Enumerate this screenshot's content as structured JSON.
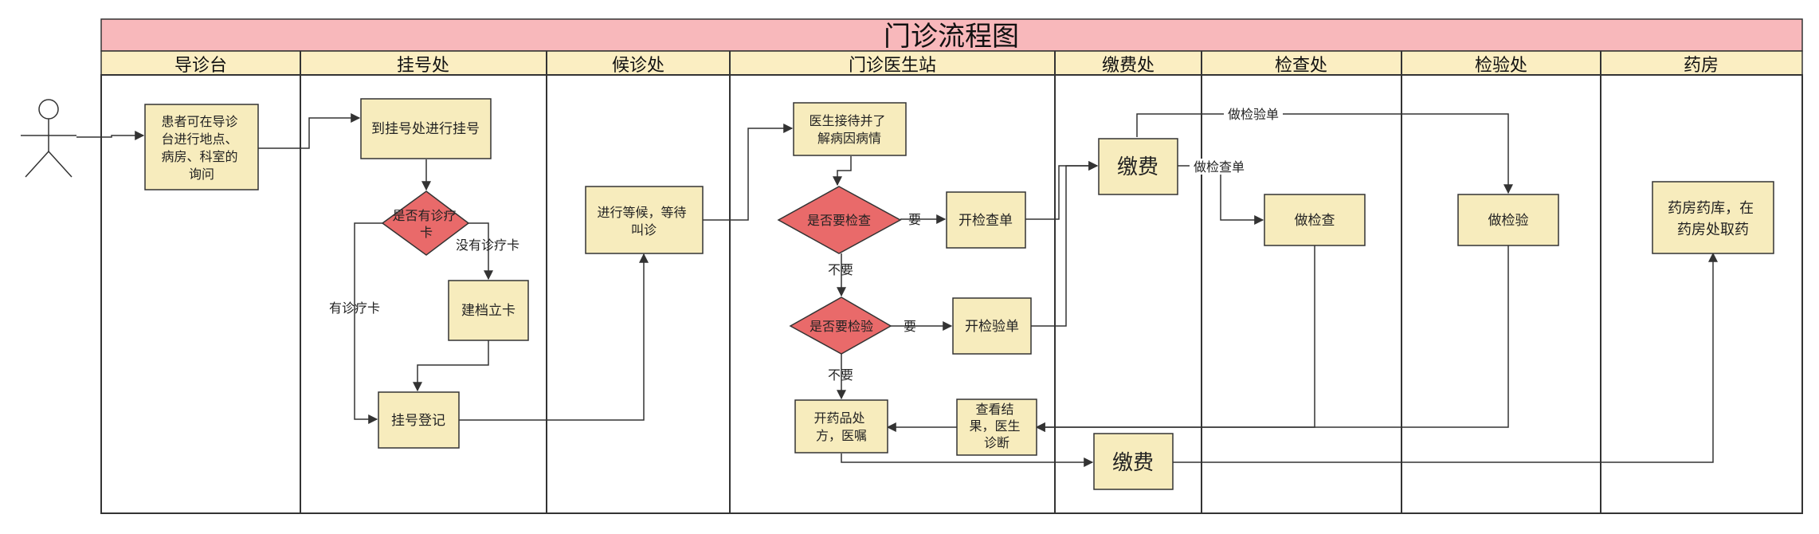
{
  "title": "门诊流程图",
  "colors": {
    "title_bg": "#f8b8bb",
    "header_bg": "#fbeec2",
    "box_fill": "#f7ecbd",
    "diamond_fill": "#e96a6a",
    "line": "#333333"
  },
  "lanes": [
    "导诊台",
    "挂号处",
    "候诊处",
    "门诊医生站",
    "缴费处",
    "检查处",
    "检验处",
    "药房"
  ],
  "nodes": {
    "guide": [
      "患者可在导诊",
      "台进行地点、",
      "病房、科室的",
      "询问"
    ],
    "go_register": [
      "到挂号处进行挂号"
    ],
    "has_card_q": [
      "是否有诊疗",
      "卡"
    ],
    "create_card": [
      "建档立卡"
    ],
    "register": [
      "挂号登记"
    ],
    "wait": [
      "进行等候，等待",
      "叫诊"
    ],
    "doctor_receive": [
      "医生接待并了",
      "解病因病情"
    ],
    "need_exam_q": [
      "是否要检查"
    ],
    "open_exam": [
      "开检查单"
    ],
    "need_test_q": [
      "是否要检验"
    ],
    "open_test": [
      "开检验单"
    ],
    "pay1": [
      "缴费"
    ],
    "do_exam": [
      "做检查"
    ],
    "do_test": [
      "做检验"
    ],
    "view_result": [
      "查看结",
      "果，医生",
      "诊断"
    ],
    "prescribe": [
      "开药品处",
      "方，医嘱"
    ],
    "pay2": [
      "缴费"
    ],
    "pharmacy": [
      "药房药库，在",
      "药房处取药"
    ]
  },
  "edge_labels": {
    "no_card": "没有诊疗卡",
    "has_card": "有诊疗卡",
    "yes_exam": "要",
    "no_exam": "不要",
    "yes_test": "要",
    "no_test": "不要",
    "do_test_sheet": "做检验单",
    "do_exam_sheet": "做检查单"
  }
}
